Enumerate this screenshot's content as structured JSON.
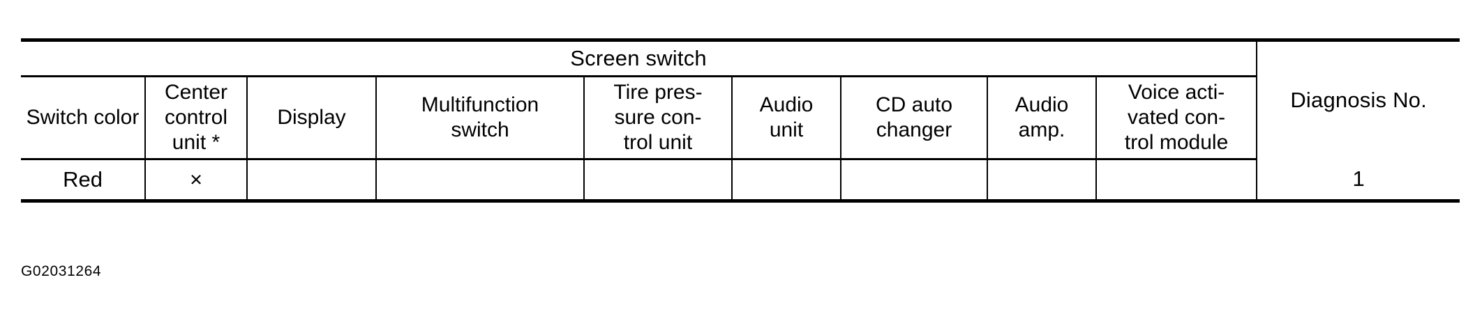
{
  "figure": {
    "caption": "G02031264"
  },
  "table": {
    "group_header": {
      "screen_switch_label": "Screen switch",
      "diagnosis_label": "Diagnosis No."
    },
    "columns": [
      {
        "id": "switch-color",
        "lines": [
          "Switch color"
        ]
      },
      {
        "id": "center-control-unit",
        "lines": [
          "Center",
          "control",
          "unit *"
        ]
      },
      {
        "id": "display",
        "lines": [
          "Display"
        ]
      },
      {
        "id": "multifunction-switch",
        "lines": [
          "Multifunction",
          "switch"
        ]
      },
      {
        "id": "tire-pressure-control-unit",
        "lines": [
          "Tire pres-",
          "sure con-",
          "trol unit"
        ]
      },
      {
        "id": "audio-unit",
        "lines": [
          "Audio",
          "unit"
        ]
      },
      {
        "id": "cd-auto-changer",
        "lines": [
          "CD auto",
          "changer"
        ]
      },
      {
        "id": "audio-amp",
        "lines": [
          "Audio",
          "amp."
        ]
      },
      {
        "id": "voice-activated-control-module",
        "lines": [
          "Voice acti-",
          "vated con-",
          "trol module"
        ]
      },
      {
        "id": "diagnosis-no",
        "lines": [
          "Diagnosis No."
        ]
      }
    ],
    "rows": [
      {
        "switch_color": "Red",
        "center_control_unit": "×",
        "display": "",
        "multifunction_switch": "",
        "tire_pressure_control_unit": "",
        "audio_unit": "",
        "cd_auto_changer": "",
        "audio_amp": "",
        "voice_activated_control_module": "",
        "diagnosis_no": "1"
      }
    ]
  }
}
